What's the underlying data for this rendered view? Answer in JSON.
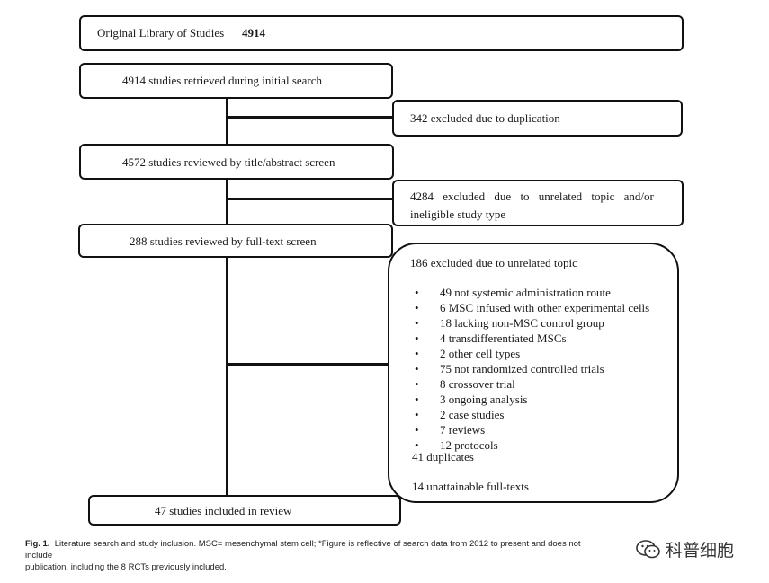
{
  "boxes": {
    "library": {
      "label": "Original Library of Studies",
      "count": "4914"
    },
    "retrieved": "4914 studies retrieved during initial search",
    "dup_excluded": "342 excluded due to duplication",
    "title_screen": "4572 studies reviewed by title/abstract screen",
    "unrelated_line1": "4284 excluded due to unrelated topic and/or",
    "unrelated_line2": "ineligible study type",
    "fulltext": "288 studies reviewed by full-text screen",
    "included": "47 studies included in review"
  },
  "exclusions": {
    "heading": "186 excluded due to unrelated topic",
    "items": [
      "49 not systemic administration route",
      "6 MSC infused with other experimental cells",
      "18 lacking non-MSC control group",
      "4 transdifferentiated MSCs",
      "2 other cell types",
      "75 not randomized controlled trials",
      "8 crossover trial",
      "3 ongoing analysis",
      "2 case studies",
      "7 reviews",
      "12 protocols"
    ],
    "duplicates": "41 duplicates",
    "unattainable": "14 unattainable full-texts"
  },
  "caption": {
    "fig": "Fig. 1.",
    "text": "Literature search and study inclusion. MSC= mesenchymal stem cell; *Figure is reflective of search data from 2012 to present and does not include",
    "text2": "publication, including the 8 RCTs previously included."
  },
  "watermark": "科普细胞",
  "bullet": "•"
}
